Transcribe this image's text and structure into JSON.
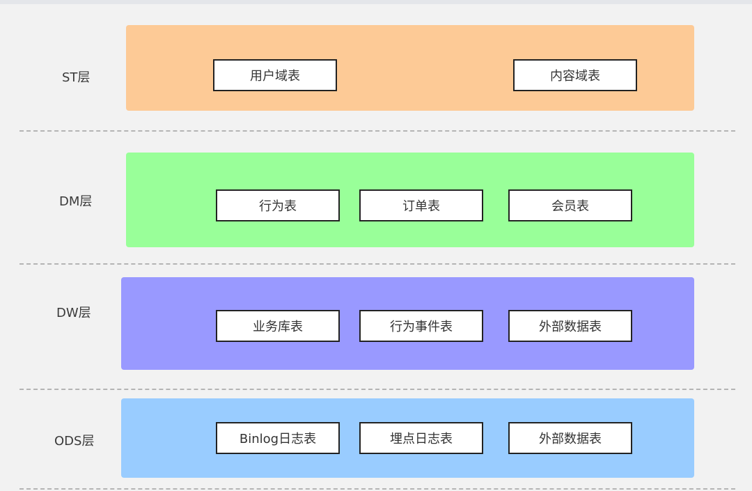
{
  "layers": {
    "st": {
      "label": "ST层",
      "color": "#fdca96",
      "tables": [
        "用户域表",
        "内容域表"
      ]
    },
    "dm": {
      "label": "DM层",
      "color": "#99ff99",
      "tables": [
        "行为表",
        "订单表",
        "会员表"
      ]
    },
    "dw": {
      "label": "DW层",
      "color": "#9999ff",
      "tables": [
        "业务库表",
        "行为事件表",
        "外部数据表"
      ]
    },
    "ods": {
      "label": "ODS层",
      "color": "#99ccff",
      "tables": [
        "Binlog日志表",
        "埋点日志表",
        "外部数据表"
      ]
    }
  }
}
